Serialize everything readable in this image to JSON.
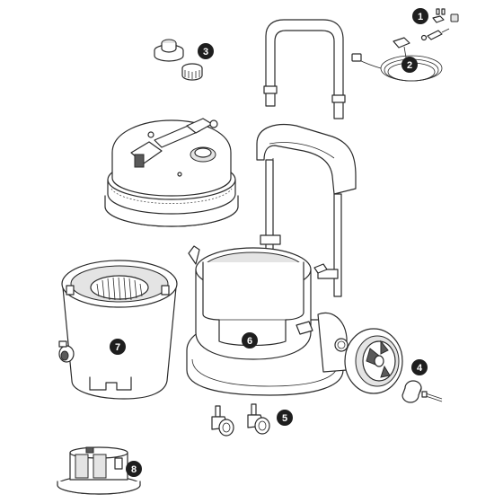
{
  "diagram": {
    "callouts": [
      {
        "id": "callout-1",
        "label": "1"
      },
      {
        "id": "callout-2",
        "label": "2"
      },
      {
        "id": "callout-3",
        "label": "3"
      },
      {
        "id": "callout-4",
        "label": "4"
      },
      {
        "id": "callout-5",
        "label": "5"
      },
      {
        "id": "callout-6",
        "label": "6"
      },
      {
        "id": "callout-7",
        "label": "7"
      },
      {
        "id": "callout-8",
        "label": "8"
      }
    ],
    "colors": {
      "callout_fill": "#1e1e1e",
      "callout_text": "#ffffff",
      "line": "#2a2a2a",
      "shade": "#e4e4e4"
    }
  }
}
